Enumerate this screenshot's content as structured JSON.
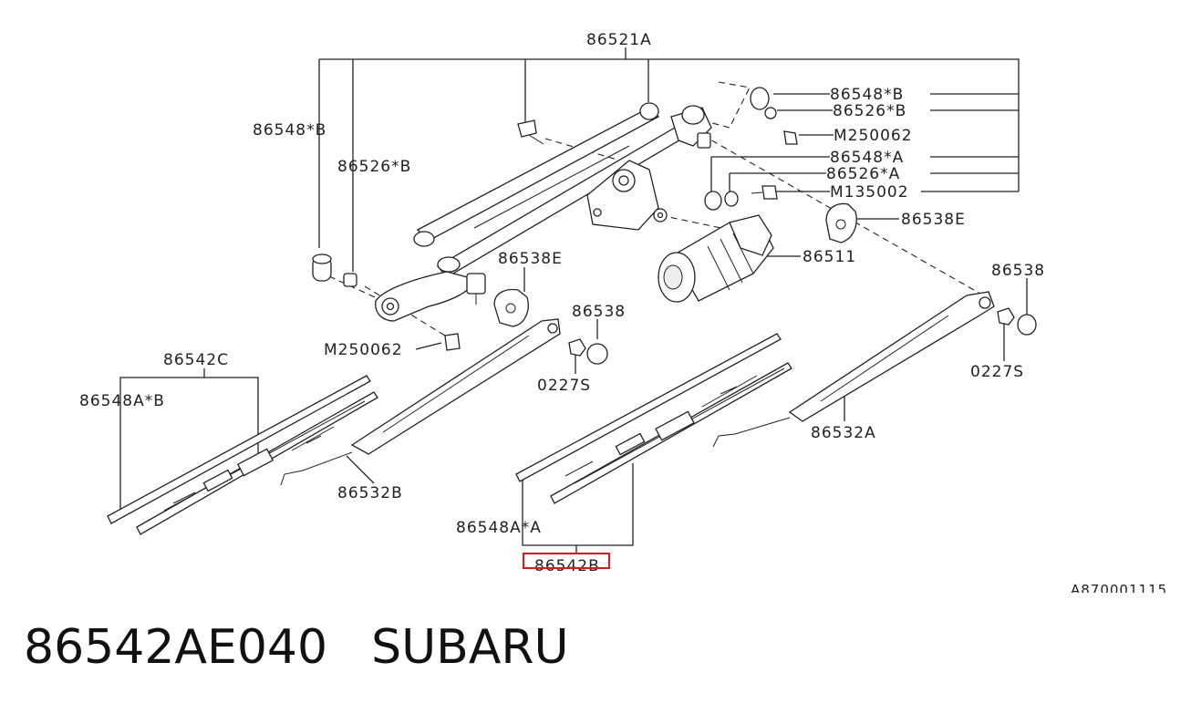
{
  "diagram": {
    "labels": {
      "l_86521A": "86521A",
      "l_86548B_left": "86548*B",
      "l_86526B_left": "86526*B",
      "l_86548B_right": "86548*B",
      "l_86526B_right": "86526*B",
      "l_M250062_top": "M250062",
      "l_86548A": "86548*A",
      "l_86526A": "86526*A",
      "l_M135002": "M135002",
      "l_86538E_right": "86538E",
      "l_86538E_mid": "86538E",
      "l_86511": "86511",
      "l_86538_right": "86538",
      "l_0227S_right": "0227S",
      "l_86538_mid": "86538",
      "l_0227S_mid": "0227S",
      "l_M250062_bottom": "M250062",
      "l_86542C": "86542C",
      "l_86548AB": "86548A*B",
      "l_86532B": "86532B",
      "l_86532A": "86532A",
      "l_86548AA": "86548A*A",
      "l_86542B": "86542B",
      "l_ref": "A870001115"
    },
    "highlight_color": "#e8141b"
  },
  "caption": {
    "part_number": "86542AE040",
    "brand": "SUBARU"
  }
}
